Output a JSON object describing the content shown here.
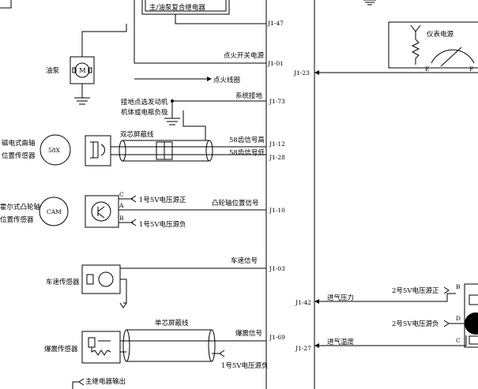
{
  "relay_label": "主/油泵复合继电器",
  "pins": {
    "j1_47": "J1-47",
    "j1_01": "J1-01",
    "j1_73": "J1-73",
    "j1_12": "J1-12",
    "j1_28": "J1-28",
    "j1_10": "J1-10",
    "j1_03": "J1-03",
    "j1_69": "J1-69",
    "j1_23": "J1-23",
    "j1_42": "J1-42",
    "j1_27": "J1-27"
  },
  "signals": {
    "ignition_power": "点火开关电源",
    "ignition_coil": "点火线圈",
    "system_ground": "系统接地",
    "ground_note_1": "接地点选发动机",
    "ground_note_2": "机体或电瓶负极",
    "twin_shield": "双芯屏蔽线",
    "sig58_high": "58齿信号高",
    "sig58_low": "58齿信号低",
    "supply5v_pos_1": "1号5V电压源正",
    "supply5v_neg_1": "1号5V电压源负",
    "cam_signal": "凸轮轴位置信号",
    "speed_signal": "车速信号",
    "single_shield": "单芯屏蔽线",
    "knock_signal": "爆震信号",
    "main_relay_out": "主继电器输出",
    "intake_pressure": "进气压力",
    "intake_temp": "进气温度",
    "supply5v_pos_2": "2号5V电压源正",
    "supply5v_neg_2": "2号5V电压源负",
    "instrument_power": "仪表电源"
  },
  "components": {
    "fuel_pump": "油泵",
    "pump_motor": "M",
    "crank_sensor_1": "磁电式曲轴",
    "crank_sensor_2": "位置传感器",
    "crank_wheel": "58X",
    "cam_sensor_1": "霍尔式凸轮轴",
    "cam_sensor_2": "位置传感器",
    "cam_wheel": "CAM",
    "speed_sensor": "车速传感器",
    "knock_sensor": "爆震传感器",
    "gauge_e": "E",
    "gauge_f": "F"
  },
  "pin_letters": {
    "c": "C",
    "a": "A",
    "b": "B",
    "d": "D"
  }
}
